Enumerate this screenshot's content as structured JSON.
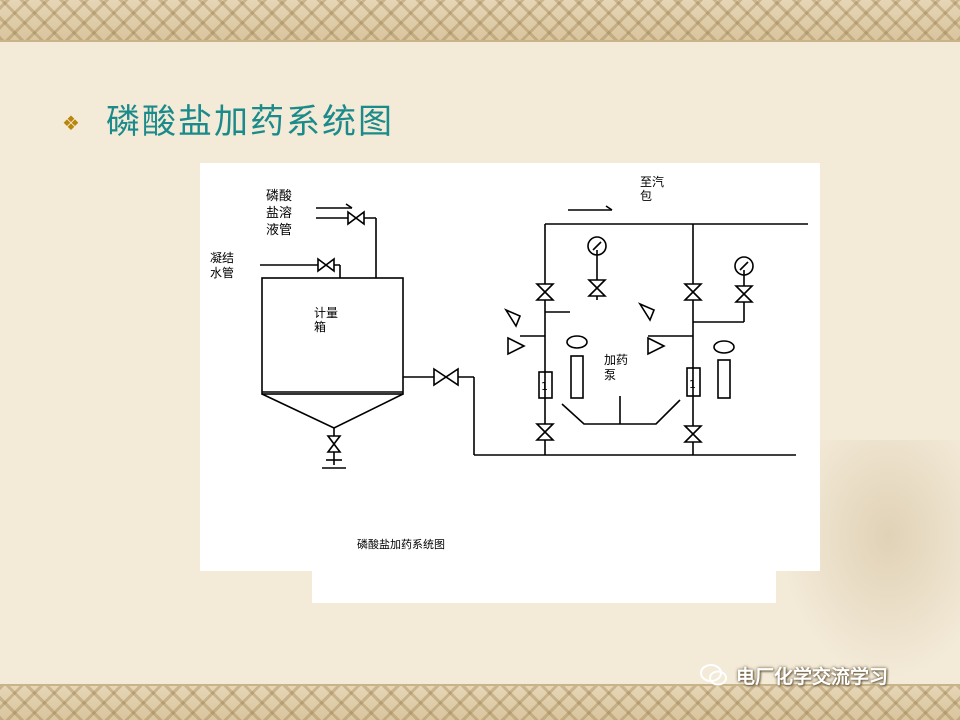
{
  "slide": {
    "title": "磷酸盐加药系统图",
    "bullet_icon": "diamond-cluster-icon",
    "caption": "磷酸盐加药系统图"
  },
  "diagram": {
    "labels": {
      "phosphate_pipe": [
        "磷酸",
        "盐溶",
        "液管"
      ],
      "condensate_pipe": [
        "凝结",
        "水管"
      ],
      "metering_tank": [
        "计量",
        "箱"
      ],
      "to_drum": [
        "至汽",
        "包"
      ],
      "dosing_pump": [
        "加药",
        "泵"
      ],
      "pump_mark": "1"
    }
  },
  "watermark": {
    "text": "电厂化学交流学习",
    "icon": "wechat-icon",
    "color": "#ffffff"
  },
  "colors": {
    "title": "#1a8a8a",
    "bullet": "#b8860b",
    "background": "#f3ead8"
  }
}
